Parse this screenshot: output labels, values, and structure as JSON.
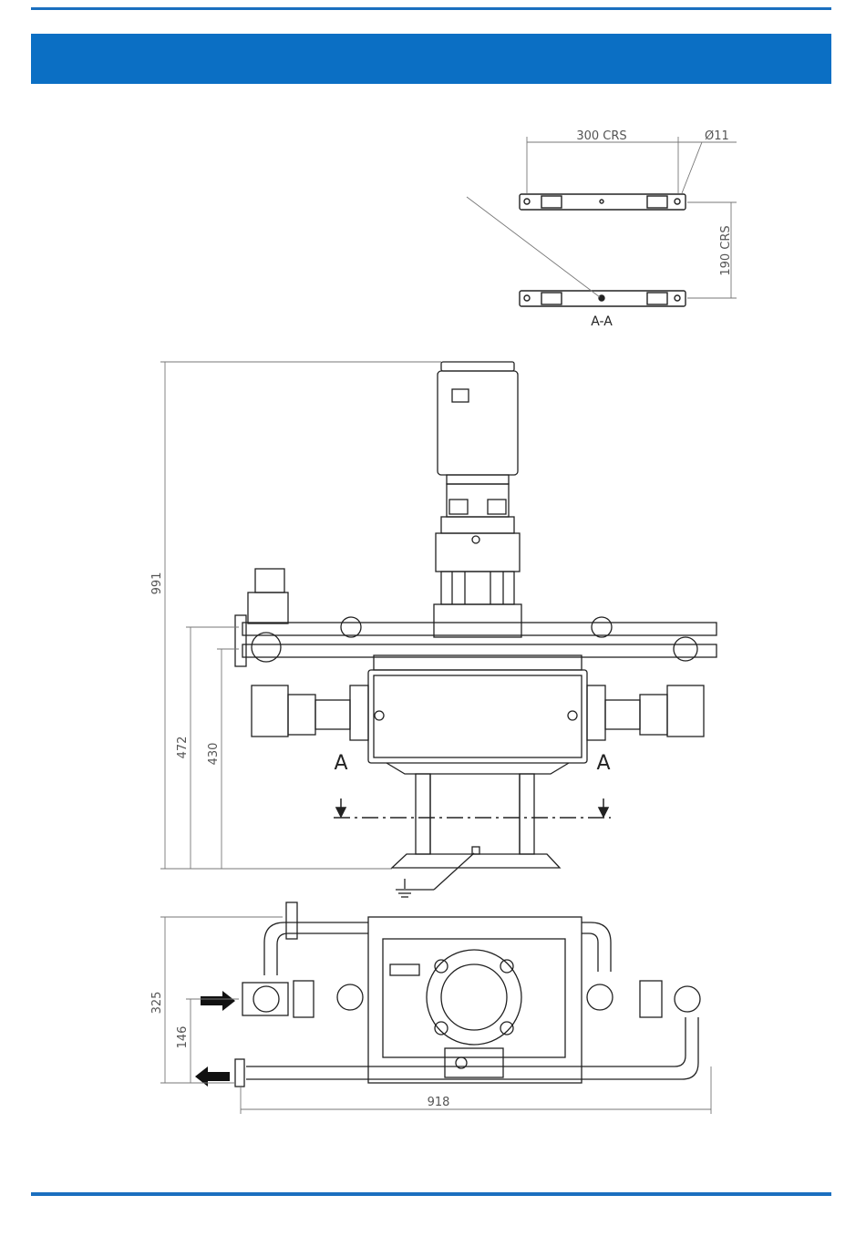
{
  "colors": {
    "brand_blue": "#0b6fc4",
    "rule_blue": "#1a6fbf",
    "line": "#222222",
    "dim_line": "#777777"
  },
  "section_view": {
    "label": "A-A",
    "dim_width": "300 CRS",
    "dim_hole": "Ø11",
    "dim_depth": "190 CRS"
  },
  "front_view": {
    "dim_total_height": "991",
    "dim_inlet_height": "472",
    "dim_outlet_height": "430",
    "section_mark_left": "A",
    "section_mark_right": "A",
    "ground_symbol": "earth-ground-icon"
  },
  "plan_view": {
    "dim_depth": "325",
    "dim_port_spacing": "146",
    "dim_width": "918",
    "inlet_arrow": "arrow-right-icon",
    "outlet_arrow": "arrow-left-icon"
  }
}
